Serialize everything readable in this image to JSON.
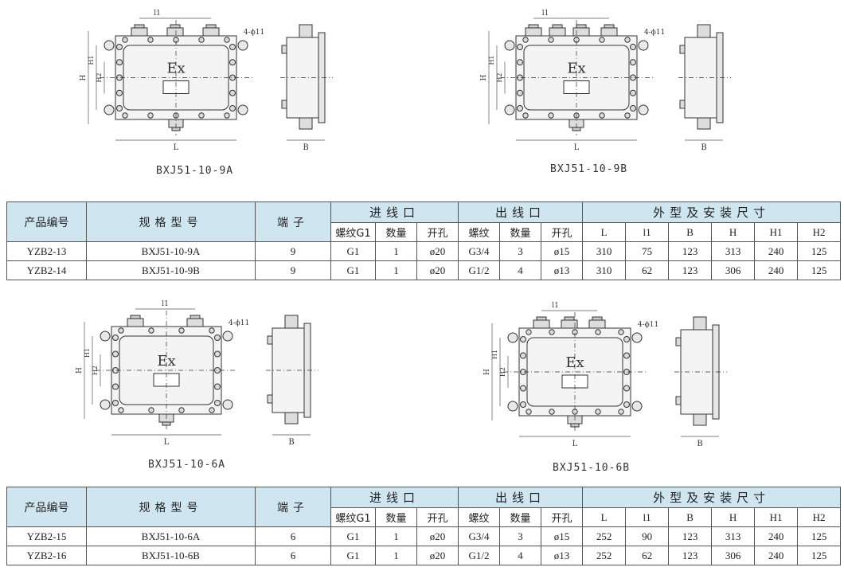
{
  "diagrams": [
    {
      "caption": "BXJ51-10-9A",
      "ex_label": "Ex",
      "hole_label": "4-ϕ11",
      "dim_l1": "l1",
      "dim_h": "H",
      "dim_h1": "H1",
      "dim_h2": "H2",
      "dim_l": "L",
      "dim_b": "B"
    },
    {
      "caption": "BXJ51-10-9B",
      "ex_label": "Ex",
      "hole_label": "4-ϕ11",
      "dim_l1": "l1",
      "dim_h": "H",
      "dim_h1": "H1",
      "dim_h2": "H2",
      "dim_l": "L",
      "dim_b": "B"
    },
    {
      "caption": "BXJ51-10-6A",
      "ex_label": "Ex",
      "hole_label": "4-ϕ11",
      "dim_l1": "l1",
      "dim_h": "H",
      "dim_h1": "H1",
      "dim_h2": "H2",
      "dim_l": "L",
      "dim_b": "B"
    },
    {
      "caption": "BXJ51-10-6B",
      "ex_label": "Ex",
      "hole_label": "4-ϕ11",
      "dim_l1": "l1",
      "dim_h": "H",
      "dim_h1": "H1",
      "dim_h2": "H2",
      "dim_l": "L",
      "dim_b": "B"
    }
  ],
  "tables": [
    {
      "headers": {
        "product_code": "产品编号",
        "model": "规格型号",
        "terminal": "端子",
        "inlet": "进线口",
        "outlet": "出线口",
        "dimensions": "外型及安装尺寸"
      },
      "inlet_cols": [
        "螺纹G1",
        "数量",
        "开孔"
      ],
      "outlet_cols": [
        "螺纹",
        "数量",
        "开孔"
      ],
      "dim_cols": [
        "L",
        "l1",
        "B",
        "H",
        "H1",
        "H2"
      ],
      "rows": [
        [
          "YZB2-13",
          "BXJ51-10-9A",
          "9",
          "G1",
          "1",
          "ø20",
          "G3/4",
          "3",
          "ø15",
          "310",
          "75",
          "123",
          "313",
          "240",
          "125"
        ],
        [
          "YZB2-14",
          "BXJ51-10-9B",
          "9",
          "G1",
          "1",
          "ø20",
          "G1/2",
          "4",
          "ø13",
          "310",
          "62",
          "123",
          "306",
          "240",
          "125"
        ]
      ]
    },
    {
      "headers": {
        "product_code": "产品编号",
        "model": "规格型号",
        "terminal": "端子",
        "inlet": "进线口",
        "outlet": "出线口",
        "dimensions": "外型及安装尺寸"
      },
      "inlet_cols": [
        "螺纹G1",
        "数量",
        "开孔"
      ],
      "outlet_cols": [
        "螺纹",
        "数量",
        "开孔"
      ],
      "dim_cols": [
        "L",
        "l1",
        "B",
        "H",
        "H1",
        "H2"
      ],
      "rows": [
        [
          "YZB2-15",
          "BXJ51-10-6A",
          "6",
          "G1",
          "1",
          "ø20",
          "G3/4",
          "3",
          "ø15",
          "252",
          "90",
          "123",
          "313",
          "240",
          "125"
        ],
        [
          "YZB2-16",
          "BXJ51-10-6B",
          "6",
          "G1",
          "1",
          "ø20",
          "G1/2",
          "4",
          "ø13",
          "252",
          "62",
          "123",
          "306",
          "240",
          "125"
        ]
      ]
    }
  ]
}
